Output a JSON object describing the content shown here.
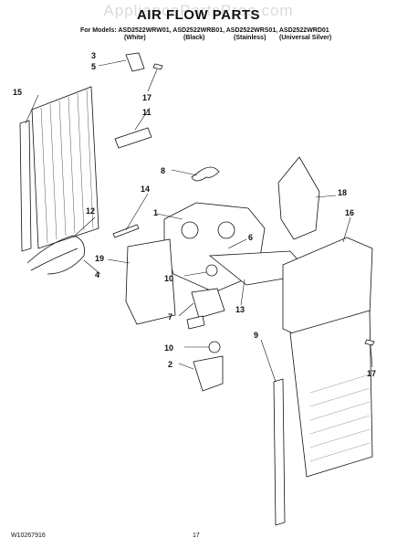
{
  "watermark": "AppliancePartsPros.com",
  "title": "AIR FLOW PARTS",
  "models_line": "For Models: ASD2522WRW01, ASD2522WRB01, ASD2522WRS01, ASD2522WRD01",
  "finishes": [
    "(White)",
    "(Black)",
    "(Stainless)",
    "(Universal Silver)"
  ],
  "callouts": [
    "3",
    "5",
    "15",
    "17",
    "11",
    "8",
    "14",
    "12",
    "1",
    "18",
    "16",
    "6",
    "19",
    "4",
    "10",
    "13",
    "7",
    "9",
    "10",
    "2",
    "17"
  ],
  "footer_left": "W10267916",
  "footer_center": "17"
}
